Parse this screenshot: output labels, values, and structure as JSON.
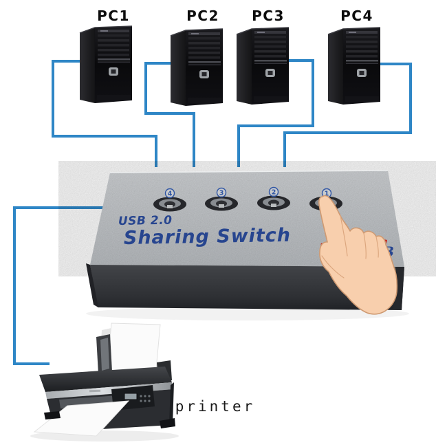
{
  "scene": {
    "background": "#ffffff"
  },
  "computers": [
    {
      "label": "PC1"
    },
    {
      "label": "PC2"
    },
    {
      "label": "PC3"
    },
    {
      "label": "PC4"
    }
  ],
  "switch": {
    "line1": "USB 2.0",
    "line2": "Sharing Switch",
    "ports": [
      {
        "number": "4"
      },
      {
        "number": "3"
      },
      {
        "number": "2"
      },
      {
        "number": "1"
      }
    ],
    "logo_partial": "B"
  },
  "printer": {
    "label": "printer"
  },
  "colors": {
    "background": "#ffffff",
    "cable": "#2e86c6",
    "switch-text": "#27458f",
    "port-number": "#2f55a4",
    "label-text": "#0d0d0d",
    "printer-label": "#1a1a1a",
    "switch-top": "#c7cacd",
    "switch-front": "#37393d",
    "hand-fill": "#f8cfad",
    "hand-outline": "#cf9a72",
    "logo-red": "#c6271e",
    "logo-blue": "#27458f",
    "paper": "#fbfbfb",
    "tower-dark": "#0e0e10"
  }
}
